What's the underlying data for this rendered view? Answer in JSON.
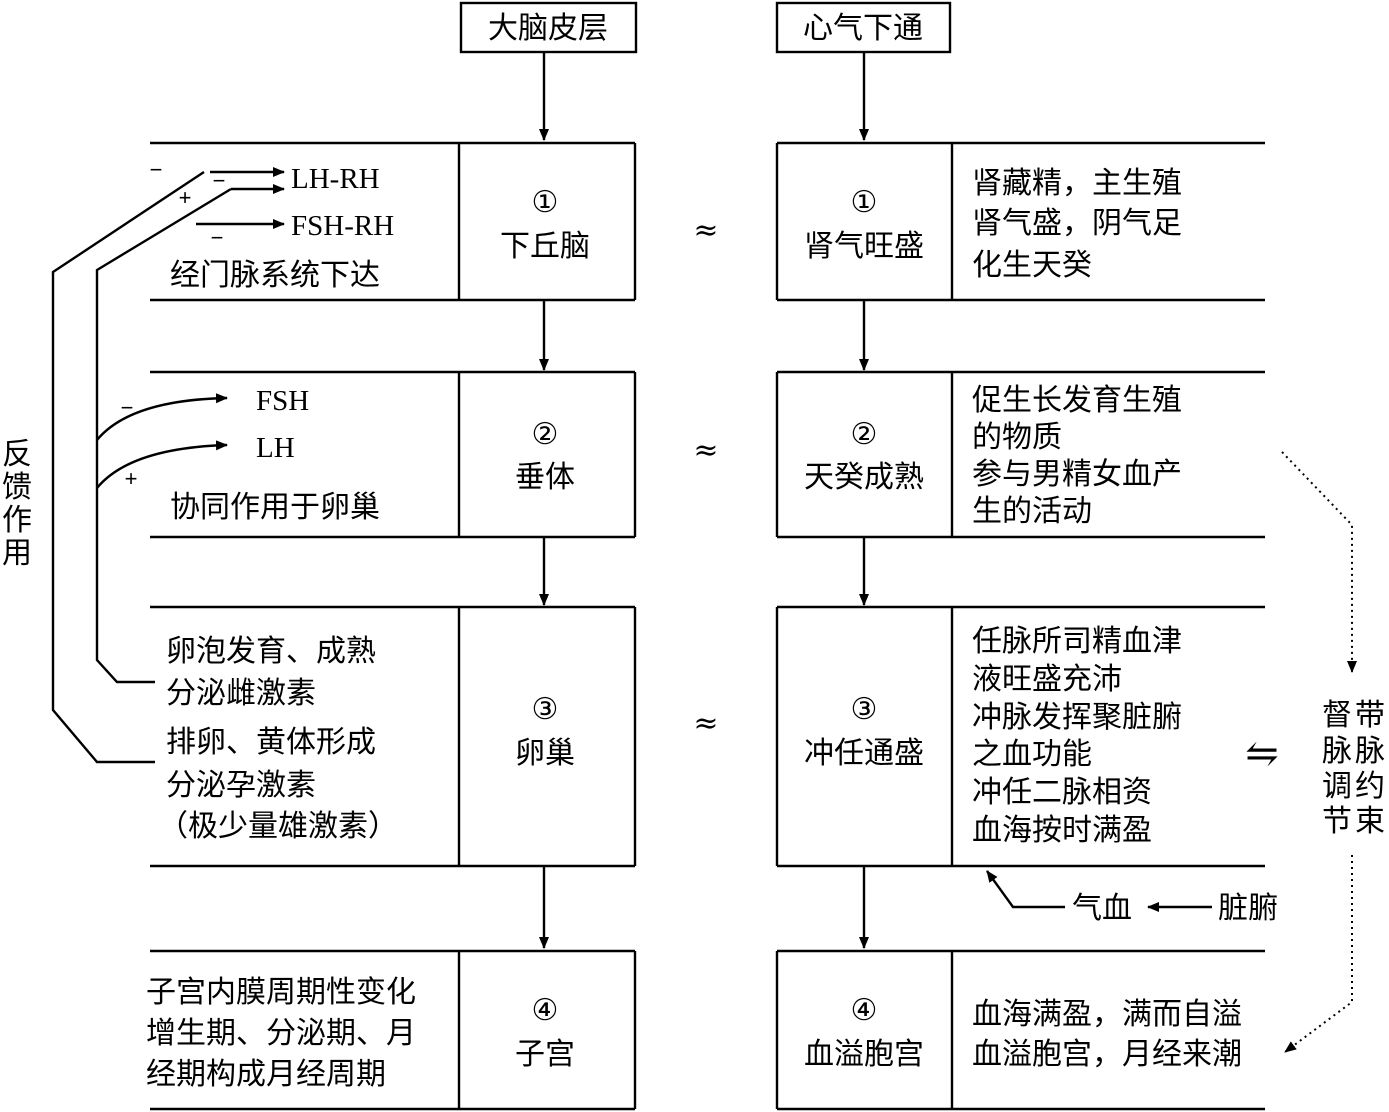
{
  "top": {
    "left": "大脑皮层",
    "right": "心气下通"
  },
  "left_rows": [
    {
      "num": "①",
      "name": "下丘脑"
    },
    {
      "num": "②",
      "name": "垂体"
    },
    {
      "num": "③",
      "name": "卵巢"
    },
    {
      "num": "④",
      "name": "子宫"
    }
  ],
  "right_rows": [
    {
      "num": "①",
      "name": "肾气旺盛"
    },
    {
      "num": "②",
      "name": "天癸成熟"
    },
    {
      "num": "③",
      "name": "冲任通盛"
    },
    {
      "num": "④",
      "name": "血溢胞宫"
    }
  ],
  "approx": "≈",
  "row1": {
    "lhrh": "LH-RH",
    "fshrh": "FSH-RH",
    "note": "经门脉系统下达",
    "desc": [
      "肾藏精，主生殖",
      "肾气盛，阴气足",
      "化生天癸"
    ]
  },
  "row2": {
    "fsh": "FSH",
    "lh": "LH",
    "note": "协同作用于卵巢",
    "desc": [
      "促生长发育生殖",
      "的物质",
      "参与男精女血产",
      "生的活动"
    ]
  },
  "row3": {
    "left_lines": [
      "卵泡发育、成熟",
      "分泌雌激素",
      "排卵、黄体形成",
      "分泌孕激素",
      "（极少量雄激素）"
    ],
    "desc": [
      "任脉所司精血津",
      "液旺盛充沛",
      "冲脉发挥聚脏腑",
      "之血功能",
      "冲任二脉相资",
      "血海按时满盈"
    ]
  },
  "row4": {
    "left_lines": [
      "子宫内膜周期性变化",
      "增生期、分泌期、月",
      "经期构成月经周期"
    ],
    "desc": [
      "血海满盈，满而自溢",
      "血溢胞宫，月经来潮"
    ]
  },
  "feedback": [
    "反",
    "馈",
    "作",
    "用"
  ],
  "signs": {
    "minus": "−",
    "plus": "+"
  },
  "qixue": "气血",
  "zangfu": "脏腑",
  "equilibrium": "⇋",
  "meridians": {
    "col1": [
      "带",
      "脉",
      "约",
      "束"
    ],
    "col2": [
      "督",
      "脉",
      "调",
      "节"
    ]
  }
}
